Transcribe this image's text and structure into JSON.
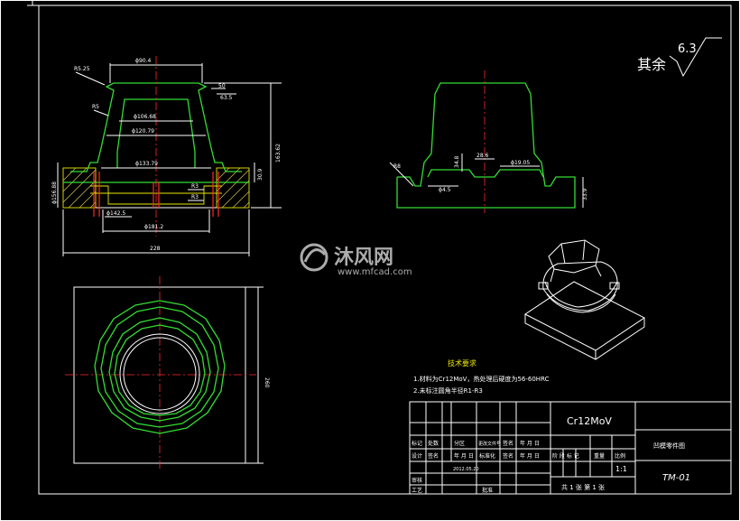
{
  "surface_note": {
    "label": "其余",
    "roughness": "6.3"
  },
  "front_view": {
    "dims": {
      "top_dia": "ϕ90.4",
      "chamfer": "R5.25",
      "inner_dia_1": "ϕ106.68",
      "inner_dia_2": "ϕ120.79",
      "inner_dia_3": "ϕ133.79",
      "bottom_dia": "ϕ181.2",
      "base_dia": "ϕ142.5",
      "height": "163.62",
      "overall_width": "228",
      "right_h1": "50",
      "right_h2": "30.9",
      "left_h": "ϕ156.88",
      "r1": "R3",
      "r2": "R3",
      "r3": "R5",
      "gap": "63.5"
    }
  },
  "side_view": {
    "dims": {
      "chamfer": "R8",
      "hole": "ϕ4.5",
      "step1": "34.8",
      "step2": "28.6",
      "step3": "ϕ19.05",
      "height": "33.9"
    }
  },
  "top_view": {
    "dims": {
      "side": "260"
    }
  },
  "watermark": {
    "brand": "沐风网",
    "url": "www.mfcad.com"
  },
  "tech_req": {
    "title": "技术要求",
    "items": [
      "1.材料为Cr12MoV，热处理后硬度为56-60HRC",
      "2.未标注圆角半径R1-R3"
    ]
  },
  "title_block": {
    "material": "Cr12MoV",
    "part_name": "凹模零件图",
    "drawing_no": "TM-01",
    "scale": "1:1",
    "header_row": [
      "标记",
      "处数",
      "分区",
      "更改文件号",
      "签名",
      "年 月 日"
    ],
    "design_row": [
      "设计",
      "签名",
      "年 月 日",
      "标准化",
      "签名",
      "年 月 日"
    ],
    "stage_labels": [
      "阶 段 标 记",
      "重量",
      "比例"
    ],
    "audit": "审核",
    "process": "工艺",
    "approve": "批准",
    "date": "2012.05.20",
    "sheets": "共 1 张  第 1 张"
  }
}
